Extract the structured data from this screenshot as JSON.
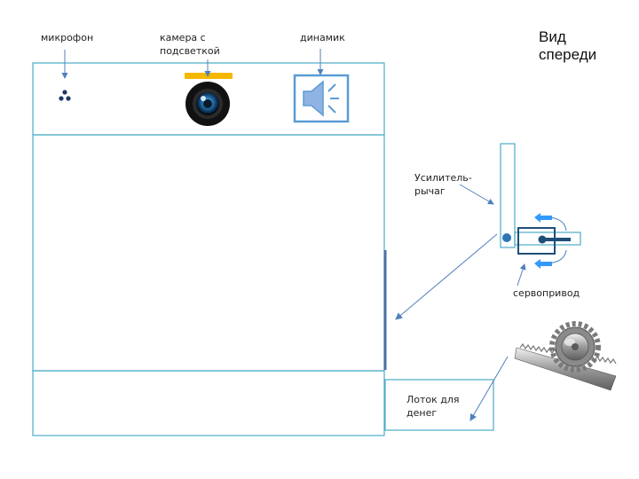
{
  "diagram": {
    "title": "Вид спереди",
    "labels": {
      "microphone": "микрофон",
      "camera": "камера с подсветкой",
      "speaker": "динамик",
      "amplifier_lever": "Усилитель-рычаг",
      "servo": "сервопривод",
      "money_tray": "Лоток для денег"
    },
    "colors": {
      "outline": "#4bacc6",
      "arrow": "#4f81bd",
      "servo_box": "#1f4e79",
      "camera_light": "#f5b800",
      "icon_fill": "#5b9bd5",
      "accent_arrow": "#3399ff"
    },
    "icons": [
      "microphone-icon",
      "camera-icon",
      "speaker-icon",
      "gear-rack-icon"
    ]
  }
}
